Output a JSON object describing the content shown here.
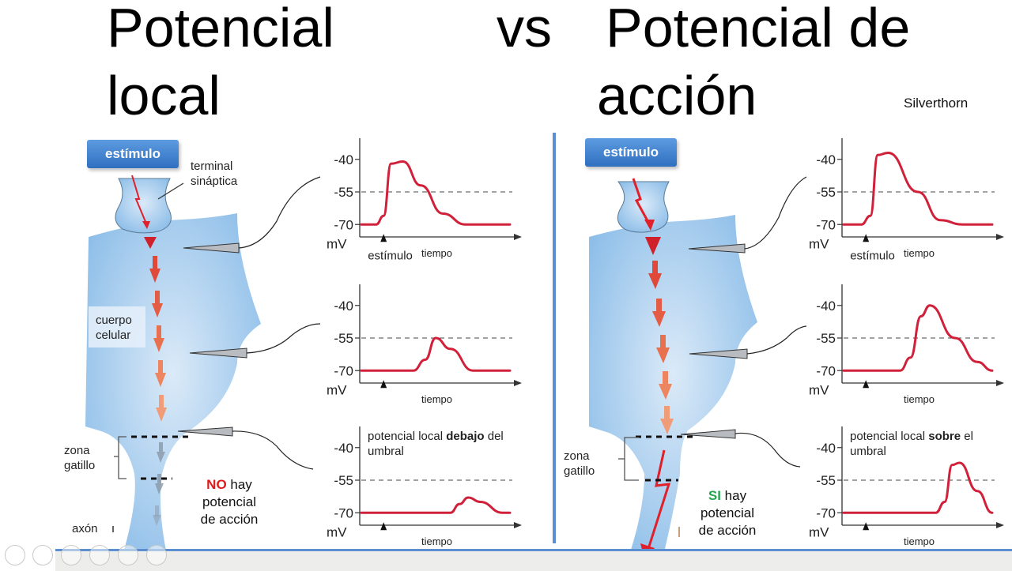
{
  "titles": {
    "left_line1": "Potencial",
    "left_line2": "local",
    "vs": "vs",
    "right_line1": "Potencial de",
    "right_line2": "acción",
    "credit": "Silverthorn"
  },
  "left_panel": {
    "stimulus_button": "estímulo",
    "terminal_label_1": "terminal",
    "terminal_label_2": "sináptica",
    "body_label_1": "cuerpo",
    "body_label_2": "celular",
    "trigger_label_1": "zona",
    "trigger_label_2": "gatillo",
    "axon_label": "axón",
    "result_prefix": "NO",
    "result_line1_rest": " hay",
    "result_line2": "potencial",
    "result_line3": "de acción"
  },
  "right_panel": {
    "stimulus_button": "estímulo",
    "trigger_label_1": "zona",
    "trigger_label_2": "gatillo",
    "result_prefix": "SI",
    "result_line1_rest": " hay",
    "result_line2": "potencial",
    "result_line3": "de acción"
  },
  "colors": {
    "trace": "#d0203a",
    "cell_fill": "#a9cdee",
    "divider": "#5b8fcf",
    "no_red": "#e01a1a",
    "si_green": "#2aa552"
  },
  "chart_data": [
    {
      "type": "line",
      "title": "Potencial local - terminal sináptica",
      "xlabel": "tiempo",
      "ylabel": "mV",
      "yticks": [
        -40,
        -55,
        -70
      ],
      "threshold": -55,
      "annotation": "estímulo",
      "x": [
        0,
        10,
        15,
        20,
        28,
        40,
        55,
        70,
        100
      ],
      "values": [
        -70,
        -70,
        -66,
        -42,
        -41,
        -52,
        -65,
        -70,
        -70
      ]
    },
    {
      "type": "line",
      "title": "Potencial local - cuerpo celular",
      "xlabel": "tiempo",
      "ylabel": "mV",
      "yticks": [
        -40,
        -55,
        -70
      ],
      "threshold": -55,
      "x": [
        0,
        35,
        43,
        50,
        60,
        75,
        100
      ],
      "values": [
        -70,
        -70,
        -65,
        -55,
        -60,
        -70,
        -70
      ]
    },
    {
      "type": "line",
      "title": "Potencial local - zona gatillo",
      "xlabel": "tiempo",
      "ylabel": "mV",
      "yticks": [
        -40,
        -55,
        -70
      ],
      "threshold": -55,
      "annotation": "potencial local debajo del umbral",
      "x": [
        0,
        60,
        66,
        72,
        80,
        95,
        100
      ],
      "values": [
        -70,
        -70,
        -66,
        -63,
        -65,
        -70,
        -70
      ]
    },
    {
      "type": "line",
      "title": "Potencial de acción - terminal sináptica",
      "xlabel": "tiempo",
      "ylabel": "mV",
      "yticks": [
        -40,
        -55,
        -70
      ],
      "threshold": -55,
      "annotation": "estímulo",
      "x": [
        0,
        12,
        18,
        23,
        30,
        50,
        65,
        80,
        100
      ],
      "values": [
        -70,
        -70,
        -66,
        -38,
        -37,
        -55,
        -68,
        -70,
        -70
      ]
    },
    {
      "type": "line",
      "title": "Potencial de acción - cuerpo celular",
      "xlabel": "tiempo",
      "ylabel": "mV",
      "yticks": [
        -40,
        -55,
        -70
      ],
      "threshold": -55,
      "x": [
        0,
        38,
        45,
        52,
        58,
        75,
        90,
        100
      ],
      "values": [
        -70,
        -70,
        -64,
        -45,
        -40,
        -55,
        -66,
        -70
      ]
    },
    {
      "type": "line",
      "title": "Potencial de acción - zona gatillo",
      "xlabel": "tiempo",
      "ylabel": "mV",
      "yticks": [
        -40,
        -55,
        -70
      ],
      "threshold": -55,
      "annotation": "potencial local sobre el umbral",
      "x": [
        0,
        62,
        68,
        73,
        78,
        90,
        100
      ],
      "values": [
        -70,
        -70,
        -65,
        -48,
        -47,
        -60,
        -70
      ]
    }
  ],
  "charts_text": {
    "tick_m40": "-40",
    "tick_m55": "-55",
    "tick_m70": "-70",
    "unit": "mV",
    "xlabel": "tiempo",
    "stim": "estímulo",
    "ann_left_a": "potencial local ",
    "ann_left_b": "debajo",
    "ann_left_c": " del",
    "ann_right_a": "potencial local ",
    "ann_right_b": "sobre",
    "ann_right_c": " el",
    "ann_line2": "umbral"
  }
}
